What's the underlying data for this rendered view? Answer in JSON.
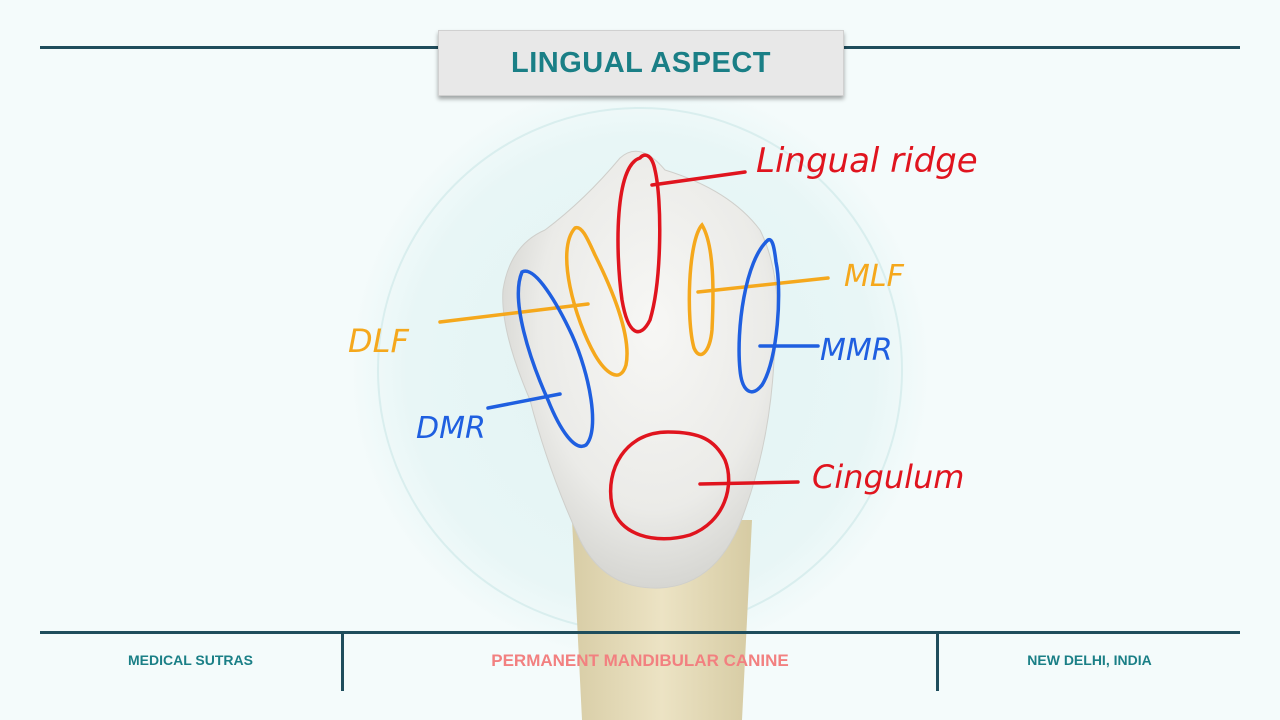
{
  "header": {
    "title": "LINGUAL ASPECT"
  },
  "labels": {
    "lingual_ridge": "Lingual ridge",
    "mlf": "MLF",
    "dlf": "DLF",
    "mmr": "MMR",
    "dmr": "DMR",
    "cingulum": "Cingulum"
  },
  "footer": {
    "left": "MEDICAL SUTRAS",
    "center": "PERMANENT MANDIBULAR CANINE",
    "right": "NEW DELHI, INDIA"
  },
  "colors": {
    "red": "#e0141e",
    "orange": "#f5a81c",
    "blue": "#1f5fe0",
    "teal": "#1a7f86",
    "footer_center": "#f28080",
    "rule": "#1f4d5c"
  }
}
